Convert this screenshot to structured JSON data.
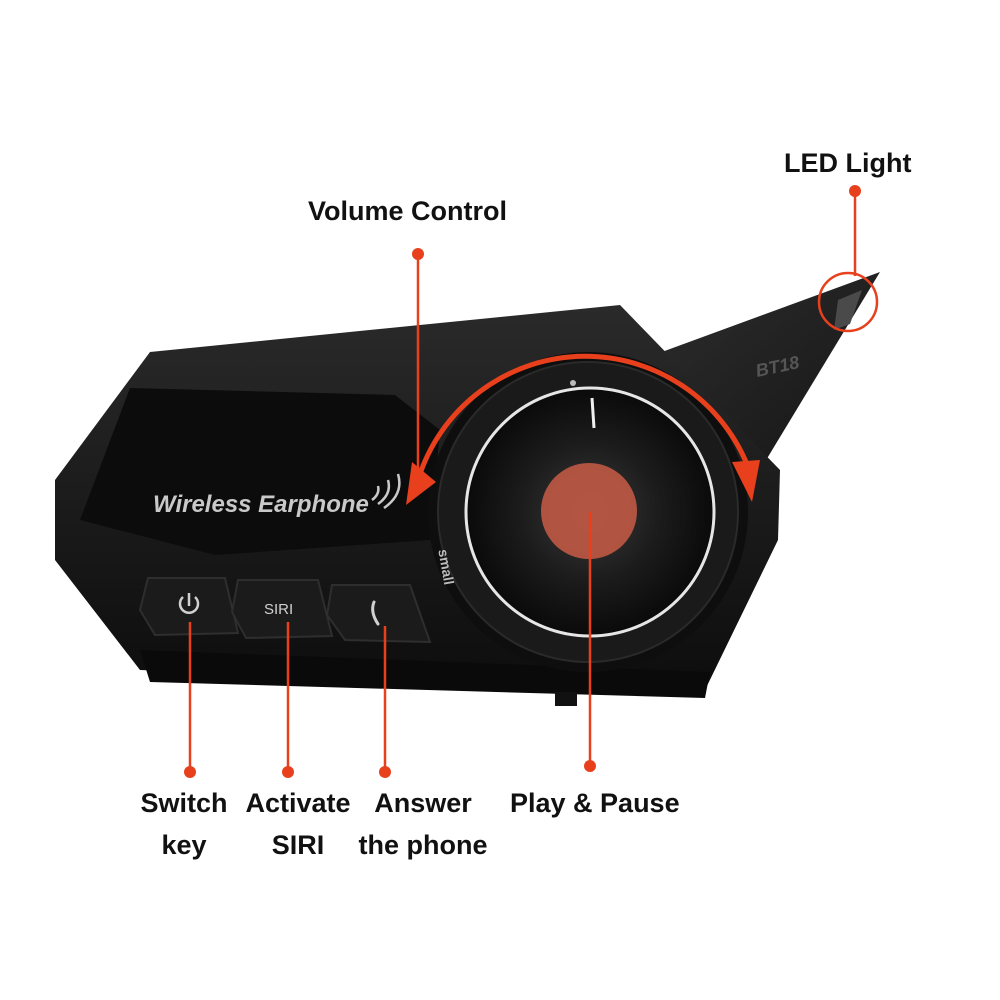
{
  "device": {
    "brand_text": "Wireless Earphone",
    "model_text": "BT18",
    "dial_text": "small",
    "siri_button_text": "SIRI"
  },
  "callouts": {
    "led_light": "LED Light",
    "volume_control": "Volume Control",
    "switch_key": [
      "Switch",
      "key"
    ],
    "activate_siri": [
      "Activate",
      "SIRI"
    ],
    "answer_phone": [
      "Answer",
      "the phone"
    ],
    "play_pause": "Play & Pause"
  },
  "colors": {
    "accent": "#e8401c",
    "device_body": "#1a1a1a",
    "device_dark": "#0c0c0c",
    "label_text": "#111111"
  }
}
